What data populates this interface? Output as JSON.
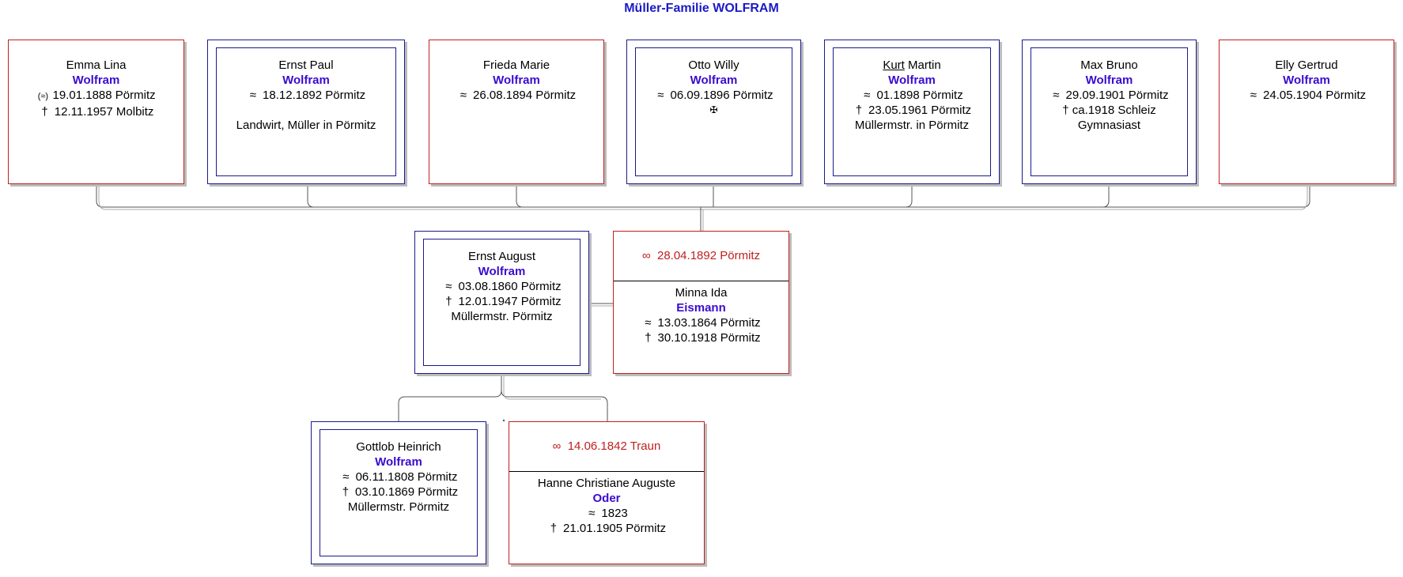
{
  "title": "Müller-Familie WOLFRAM",
  "colors": {
    "title": "#1a1ac8",
    "surname": "#3a0ad0",
    "male_border": "#1a1a8c",
    "female_border": "#c02020",
    "marriage": "#c02020"
  },
  "symbols": {
    "born": "≈",
    "born_illegit": "(≈)",
    "died": "†",
    "died_war": "✠",
    "married": "∞"
  },
  "children": [
    {
      "given": "Emma Lina",
      "surname": "Wolfram",
      "sex": "female",
      "birth": "19.01.1888 Pörmitz",
      "death": "12.11.1957 Molbitz"
    },
    {
      "given": "Ernst Paul",
      "surname": "Wolfram",
      "sex": "male",
      "birth": "18.12.1892 Pörmitz",
      "note": "Landwirt, Müller in Pörmitz"
    },
    {
      "given": "Frieda Marie",
      "surname": "Wolfram",
      "sex": "female",
      "birth": "26.08.1894 Pörmitz"
    },
    {
      "given": "Otto Willy",
      "surname": "Wolfram",
      "sex": "male",
      "birth": "06.09.1896 Pörmitz"
    },
    {
      "given_underlined": "Kurt",
      "given_rest": " Martin",
      "surname": "Wolfram",
      "sex": "male",
      "birth": "01.1898 Pörmitz",
      "death": "23.05.1961 Pörmitz",
      "note": "Müllermstr. in Pörmitz"
    },
    {
      "given": "Max Bruno",
      "surname": "Wolfram",
      "sex": "male",
      "birth": "29.09.1901 Pörmitz",
      "death": "ca.1918 Schleiz",
      "note": "Gymnasiast"
    },
    {
      "given": "Elly Gertrud",
      "surname": "Wolfram",
      "sex": "female",
      "birth": "24.05.1904 Pörmitz"
    }
  ],
  "parents": {
    "father": {
      "given": "Ernst August",
      "surname": "Wolfram",
      "birth": "03.08.1860 Pörmitz",
      "death": "12.01.1947 Pörmitz",
      "note": "Müllermstr. Pörmitz"
    },
    "marriage": "28.04.1892 Pörmitz",
    "mother": {
      "given": "Minna Ida",
      "surname": "Eismann",
      "birth": "13.03.1864 Pörmitz",
      "death": "30.10.1918 Pörmitz"
    }
  },
  "grandparents": {
    "father": {
      "given": "Gottlob Heinrich",
      "surname": "Wolfram",
      "birth": "06.11.1808 Pörmitz",
      "death": "03.10.1869 Pörmitz",
      "note": "Müllermstr. Pörmitz"
    },
    "marriage": "14.06.1842 Traun",
    "mother": {
      "given": "Hanne Christiane Auguste",
      "surname": "Oder",
      "birth": "1823",
      "death": "21.01.1905 Pörmitz"
    }
  }
}
